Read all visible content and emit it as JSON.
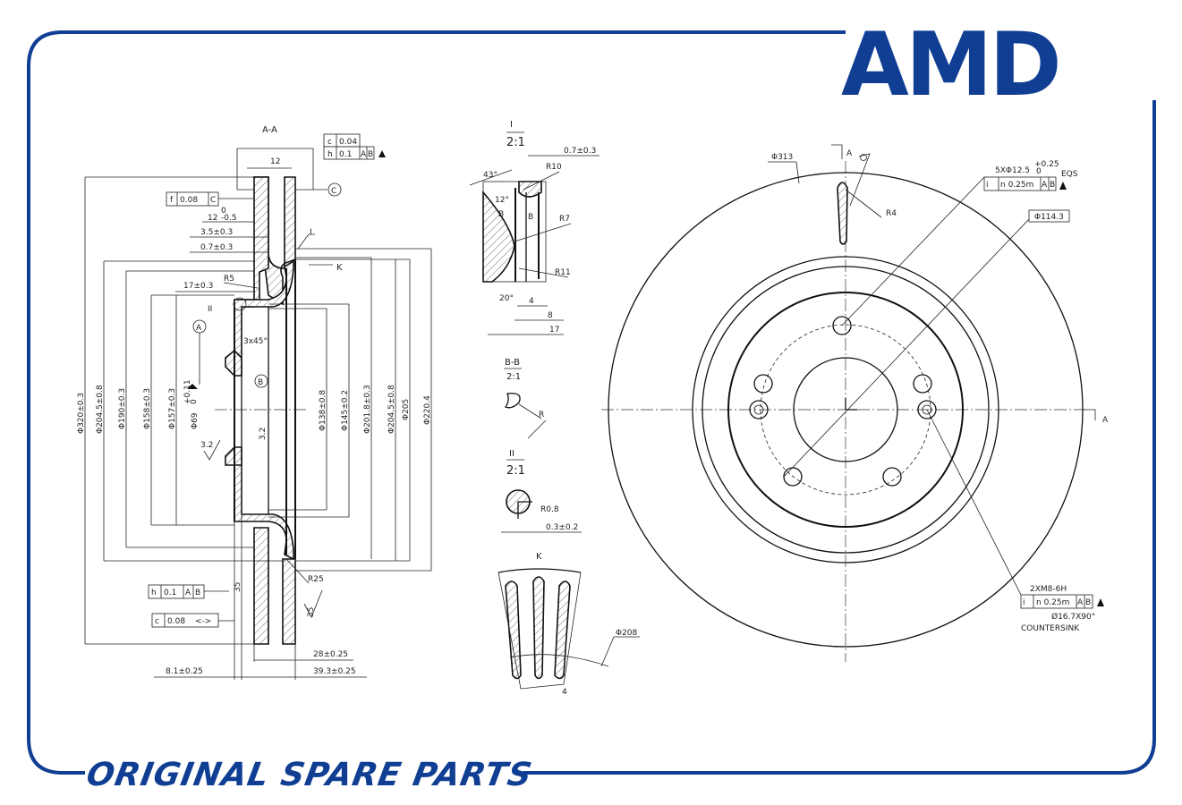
{
  "logo": {
    "text": "AMD"
  },
  "footer": {
    "text": "ORIGINAL SPARE PARTS"
  },
  "colors": {
    "brand_blue": "#0f3e93",
    "line": "#222222"
  },
  "section_aa": {
    "title": "A-A",
    "width_12": "12",
    "fcf_top": {
      "sym1": "c",
      "val1": "0.04",
      "sym2": "h",
      "val2": "0.1",
      "datum_a": "A",
      "datum_b": "B"
    },
    "datum_c": "C",
    "fcf_flat": {
      "sym": "f",
      "val": "0.08",
      "datum": "C"
    },
    "dim_12_tol": "12",
    "dim_12_tol_up": "0",
    "dim_12_tol_low": "-0.5",
    "dim_3_5": "3.5±0.3",
    "dim_0_7": "0.7±0.3",
    "detail_i_ref": "I",
    "view_k_ref": "K",
    "r5": "R5",
    "dim_17": "17±0.3",
    "detail_ii_ref": "II",
    "datum_a": "A",
    "datum_b": "B",
    "chamfer": "3x45°",
    "rough_32a": "3.2",
    "rough_32b": "3.2",
    "diameters_left": [
      "Φ320±0.3",
      "Φ204.5±0.8",
      "Φ190±0.3",
      "Φ158±0.3",
      "Φ157±0.3",
      "Φ69"
    ],
    "d69_tol_up": "+0.11",
    "d69_tol_low": "0",
    "diameters_right": [
      "Φ138±0.8",
      "Φ145±0.2",
      "Φ201.8±0.3",
      "Φ204.5±0.8",
      "Φ205",
      "Φ220.4"
    ],
    "r25": "R25",
    "rough_35a": "35",
    "rough_35b": "35",
    "fcf_runout": {
      "sym": "h",
      "val": "0.1",
      "datum_a": "A",
      "datum_b": "B"
    },
    "fcf_parallel": {
      "sym": "c",
      "val": "0.08",
      "note": "<->"
    },
    "dim_28": "28±0.25",
    "dim_8_1": "8.1±0.25",
    "dim_39_3": "39.3±0.25"
  },
  "detail_i": {
    "title": "I",
    "scale": "2:1",
    "dim_0_7": "0.7±0.3",
    "angle_43": "43°",
    "angle_12": "12°",
    "b1": "B",
    "b2": "B",
    "r10": "R10",
    "r7": "R7",
    "r11": "R11",
    "angle_20": "20°",
    "dim_4": "4",
    "dim_8": "8",
    "dim_17": "17"
  },
  "detail_bb": {
    "title": "B-B",
    "scale": "2:1",
    "r": "R"
  },
  "detail_ii": {
    "title": "II",
    "scale": "2:1",
    "r0_8": "R0.8",
    "dim_0_3": "0.3±0.2"
  },
  "view_k": {
    "title": "K",
    "d208": "Φ208",
    "dim_4": "4"
  },
  "front_view": {
    "section_a1": "A",
    "section_a2": "A",
    "d313": "Φ313",
    "r4": "R4",
    "holes": "5XΦ12.5",
    "holes_tol_up": "+0.25",
    "holes_tol_low": "0",
    "fcf_holes": {
      "sym": "i",
      "val": "n 0.25m",
      "datum_a": "A",
      "datum_b": "B"
    },
    "eqs": "EQS",
    "pcd": "Φ114.3",
    "threads": "2XM8-6H",
    "fcf_threads": {
      "sym": "i",
      "val": "n 0.25m",
      "datum_a": "A",
      "datum_b": "B"
    },
    "countersink_dim": "Ø16.7X90°",
    "countersink": "COUNTERSINK"
  }
}
